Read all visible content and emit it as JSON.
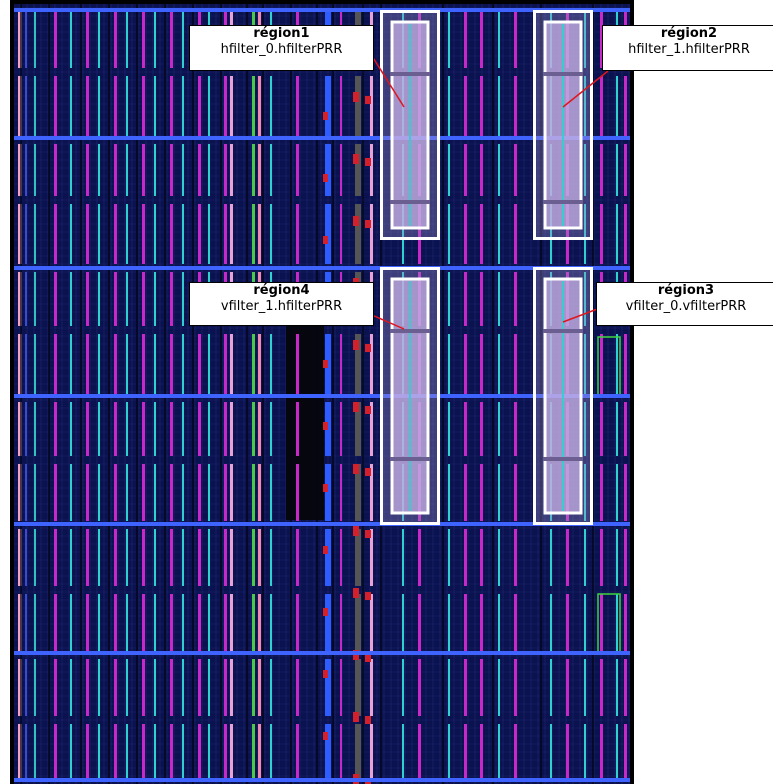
{
  "view": "FPGA device floorplan",
  "colors": {
    "background": "#0b1250",
    "grid": "#2c3a8a",
    "clock_row": "#3f63ff",
    "region_border": "#ffffff",
    "region_fill": "#c7b1e6",
    "callout_line": "#e0161c",
    "column_magenta": "#c728c7",
    "column_cyan": "#2fd0d0",
    "column_pink": "#e8a2d8"
  },
  "regions": [
    {
      "id": "region1",
      "name": "région1",
      "partition": "hfilter_0.hfilterPRR"
    },
    {
      "id": "region2",
      "name": "région2",
      "partition": "hfilter_1.hfilterPRR"
    },
    {
      "id": "region4",
      "name": "région4",
      "partition": "vfilter_1.hfilterPRR"
    },
    {
      "id": "region3",
      "name": "région3",
      "partition": "vfilter_0.vfilterPRR"
    }
  ]
}
